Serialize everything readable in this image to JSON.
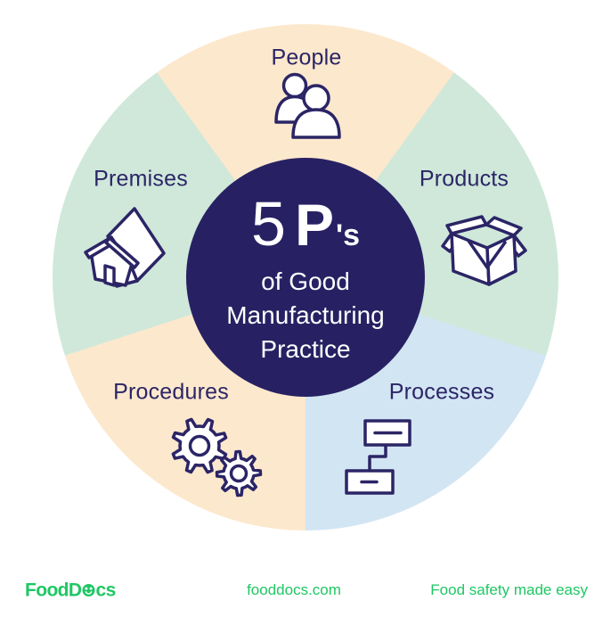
{
  "center": {
    "number": "5",
    "letter": "P",
    "suffix": "'s",
    "lines": [
      "of Good",
      "Manufacturing",
      "Practice"
    ]
  },
  "sectors": [
    {
      "label": "People",
      "icon": "people-icon",
      "color": "#fce8cd"
    },
    {
      "label": "Products",
      "icon": "box-icon",
      "color": "#cfe8da"
    },
    {
      "label": "Processes",
      "icon": "flowchart-icon",
      "color": "#d2e5f3"
    },
    {
      "label": "Procedures",
      "icon": "gears-icon",
      "color": "#fce8cd"
    },
    {
      "label": "Premises",
      "icon": "house-icon",
      "color": "#cfe8da"
    }
  ],
  "footer": {
    "logo_part1": "FoodD",
    "logo_part2": "cs",
    "url": "fooddocs.com",
    "tagline": "Food safety made easy"
  },
  "colors": {
    "navy": "#272163",
    "ink": "#2b2566",
    "peach": "#fce8cd",
    "green": "#cfe8da",
    "blue": "#d2e5f3",
    "brand_green": "#1fc764",
    "white": "#ffffff"
  }
}
